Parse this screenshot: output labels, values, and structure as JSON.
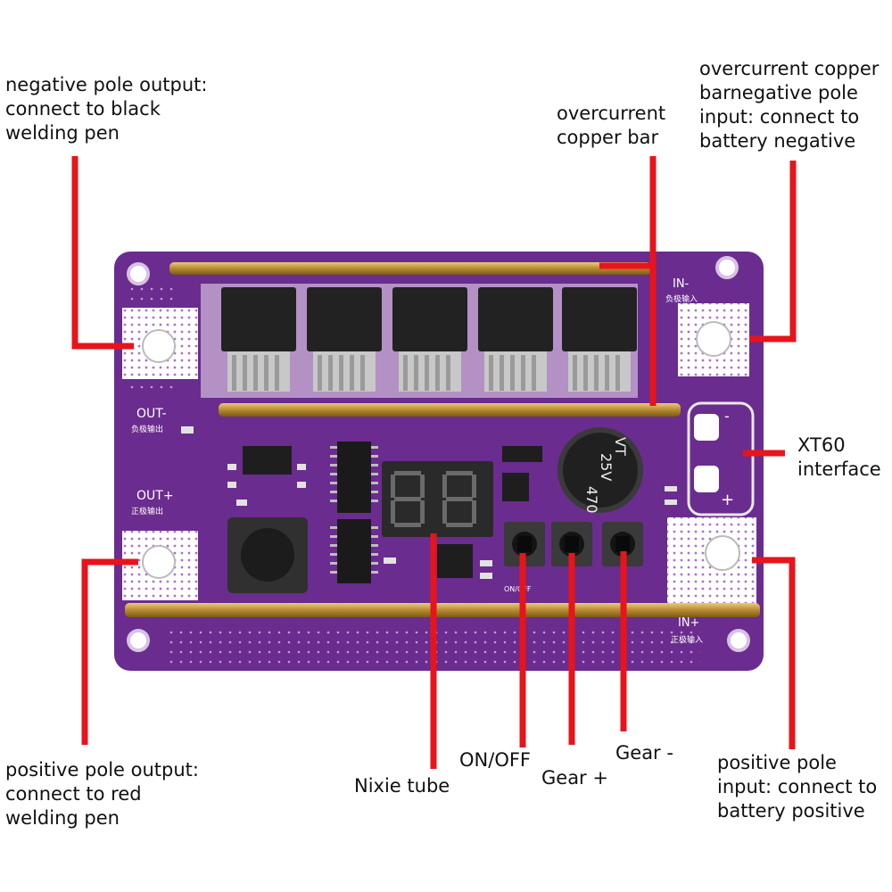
{
  "callouts": {
    "neg_out": "negative pole output:\nconnect to black\nwelding pen",
    "copper_bar": "overcurrent\ncopper bar",
    "neg_in": "overcurrent copper\nbarnegative pole\ninput: connect to\nbattery negative",
    "xt60": "XT60\ninterface",
    "pos_out": "positive pole output:\nconnect to red\nwelding pen",
    "nixie": "Nixie tube",
    "onoff": "ON/OFF",
    "gear_plus": "Gear +",
    "gear_minus": "Gear -",
    "pos_in": "positive pole\ninput: connect to\nbattery positive"
  },
  "board": {
    "out_minus": "OUT-",
    "out_minus_cn": "负极输出",
    "out_plus": "OUT+",
    "out_plus_cn": "正极输出",
    "in_minus": "IN-",
    "in_minus_cn": "负极输入",
    "in_plus": "IN+",
    "in_plus_cn": "正极输入",
    "onoff_silk": "ON/OFF",
    "cap_line1": "470",
    "cap_line2": "25V",
    "cap_line3": "VT",
    "xt60_minus": "-",
    "xt60_plus": "+"
  },
  "colors": {
    "pcb": "#6a2c8e",
    "leader": "#e8141b",
    "copper": "#c9a144"
  }
}
